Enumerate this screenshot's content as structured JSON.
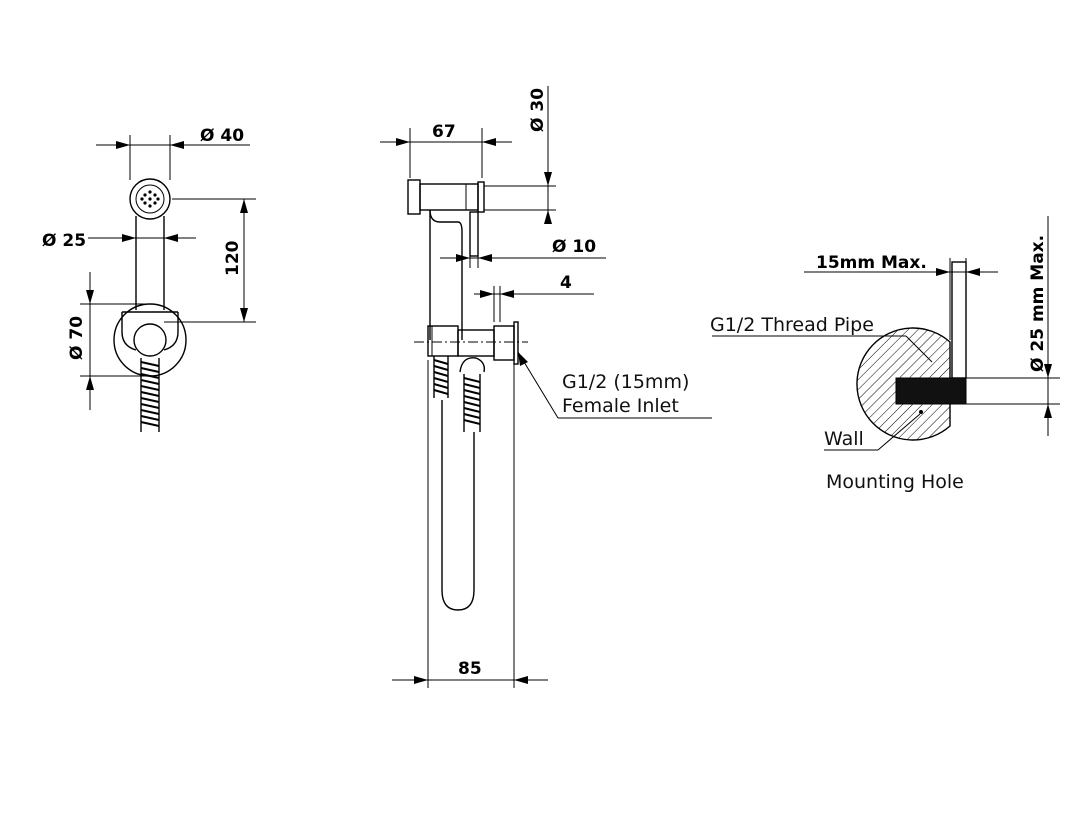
{
  "dimensions": {
    "d40": "Ø 40",
    "d25": "Ø 25",
    "h120": "120",
    "d70": "Ø 70",
    "w67": "67",
    "d30": "Ø 30",
    "d10": "Ø 10",
    "w4": "4",
    "w85": "85",
    "max15": "15mm Max.",
    "d25max": "Ø 25 mm Max."
  },
  "labels": {
    "inlet_line1": "G1/2 (15mm)",
    "inlet_line2": "Female Inlet",
    "thread_pipe": "G1/2 Thread Pipe",
    "wall": "Wall",
    "mounting_hole": "Mounting  Hole"
  }
}
